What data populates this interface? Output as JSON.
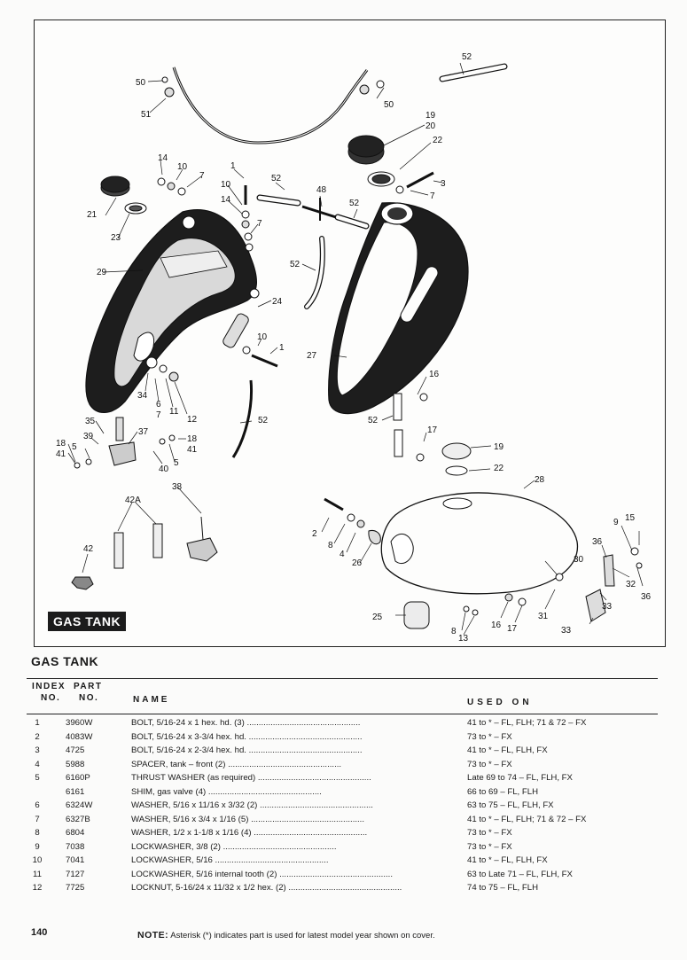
{
  "diagram": {
    "badge": "GAS TANK",
    "callouts": [
      "1",
      "2",
      "3",
      "4",
      "5",
      "6",
      "7",
      "8",
      "9",
      "10",
      "11",
      "12",
      "13",
      "14",
      "15",
      "16",
      "17",
      "18",
      "19",
      "20",
      "21",
      "22",
      "23",
      "24",
      "25",
      "26",
      "27",
      "28",
      "29",
      "30",
      "31",
      "32",
      "33",
      "34",
      "35",
      "36",
      "37",
      "38",
      "39",
      "40",
      "41",
      "42",
      "42A",
      "48",
      "50",
      "51",
      "52"
    ]
  },
  "section_title": "GAS TANK",
  "table_header": {
    "index_label": "INDEX",
    "index_no": "NO.",
    "part_label": "PART",
    "part_no": "NO.",
    "name": "NAME",
    "used_on": "USED ON"
  },
  "rows": [
    {
      "index": "1",
      "part": "3960W",
      "name": "BOLT, 5/16-24 x 1 hex. hd. (3) ................................................",
      "used": "41 to * – FL, FLH; 71 & 72 – FX"
    },
    {
      "index": "2",
      "part": "4083W",
      "name": "BOLT, 5/16-24 x 3-3/4 hex. hd. ................................................",
      "used": "73 to * – FX"
    },
    {
      "index": "3",
      "part": "4725",
      "name": "BOLT, 5/16-24 x 2-3/4 hex. hd. ................................................",
      "used": "41 to * – FL, FLH, FX"
    },
    {
      "index": "4",
      "part": "5988",
      "name": "SPACER, tank – front (2) ................................................",
      "used": "73 to * – FX"
    },
    {
      "index": "5",
      "part": "6160P",
      "name": "THRUST WASHER (as required) ................................................",
      "used": "Late 69 to 74 – FL, FLH, FX"
    },
    {
      "index": "",
      "part": "6161",
      "name": "SHIM, gas valve (4) ................................................",
      "used": "66 to 69 – FL, FLH"
    },
    {
      "index": "6",
      "part": "6324W",
      "name": "WASHER, 5/16 x 11/16 x 3/32 (2) ................................................",
      "used": "63 to 75 – FL, FLH, FX"
    },
    {
      "index": "7",
      "part": "6327B",
      "name": "WASHER, 5/16 x 3/4 x 1/16 (5) ................................................",
      "used": "41 to * – FL, FLH; 71 & 72 – FX"
    },
    {
      "index": "8",
      "part": "6804",
      "name": "WASHER, 1/2 x 1-1/8 x 1/16 (4) ................................................",
      "used": "73 to * – FX"
    },
    {
      "index": "9",
      "part": "7038",
      "name": "LOCKWASHER, 3/8 (2) ................................................",
      "used": "73 to * – FX"
    },
    {
      "index": "10",
      "part": "7041",
      "name": "LOCKWASHER, 5/16 ................................................",
      "used": "41 to * – FL, FLH, FX"
    },
    {
      "index": "11",
      "part": "7127",
      "name": "LOCKWASHER, 5/16 internal tooth (2) ................................................",
      "used": "63 to Late 71 – FL, FLH, FX"
    },
    {
      "index": "12",
      "part": "7725",
      "name": "LOCKNUT, 5-16/24 x 11/32 x 1/2 hex. (2) ................................................",
      "used": "74 to 75 – FL, FLH"
    }
  ],
  "page_number": "140",
  "note": {
    "label": "NOTE:",
    "text": "Asterisk (*) indicates part is used for latest model year shown on cover."
  }
}
